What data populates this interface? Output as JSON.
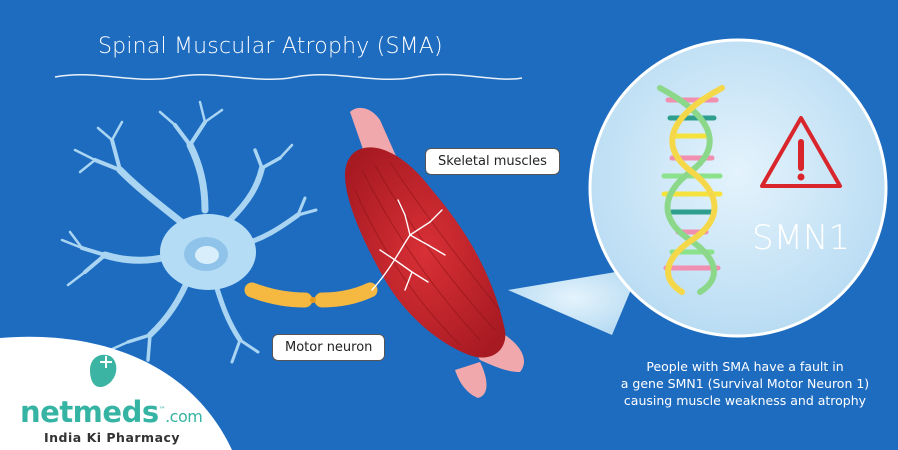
{
  "title": "Spinal Muscular Atrophy (SMA)",
  "labels": {
    "skeletal_muscles": "Skeletal muscles",
    "motor_neuron": "Motor neuron"
  },
  "gene": {
    "name": "SMN1"
  },
  "caption": {
    "line1": "People with SMA have a fault in",
    "line2": "a gene SMN1 (Survival Motor Neuron 1)",
    "line3": "causing muscle weakness and atrophy"
  },
  "logo": {
    "wordmark": "netmeds",
    "trademark": "™",
    "suffix": ".com",
    "tagline": "India Ki Pharmacy"
  },
  "colors": {
    "background": "#1e6cc0",
    "neuron": "#b5dcf5",
    "axon": "#f5b942",
    "muscle": "#c8242c",
    "tendon": "#f1a8ad",
    "bubble": "#cfe8f9",
    "warning": "#d9262d",
    "logo": "#35b3a3"
  }
}
